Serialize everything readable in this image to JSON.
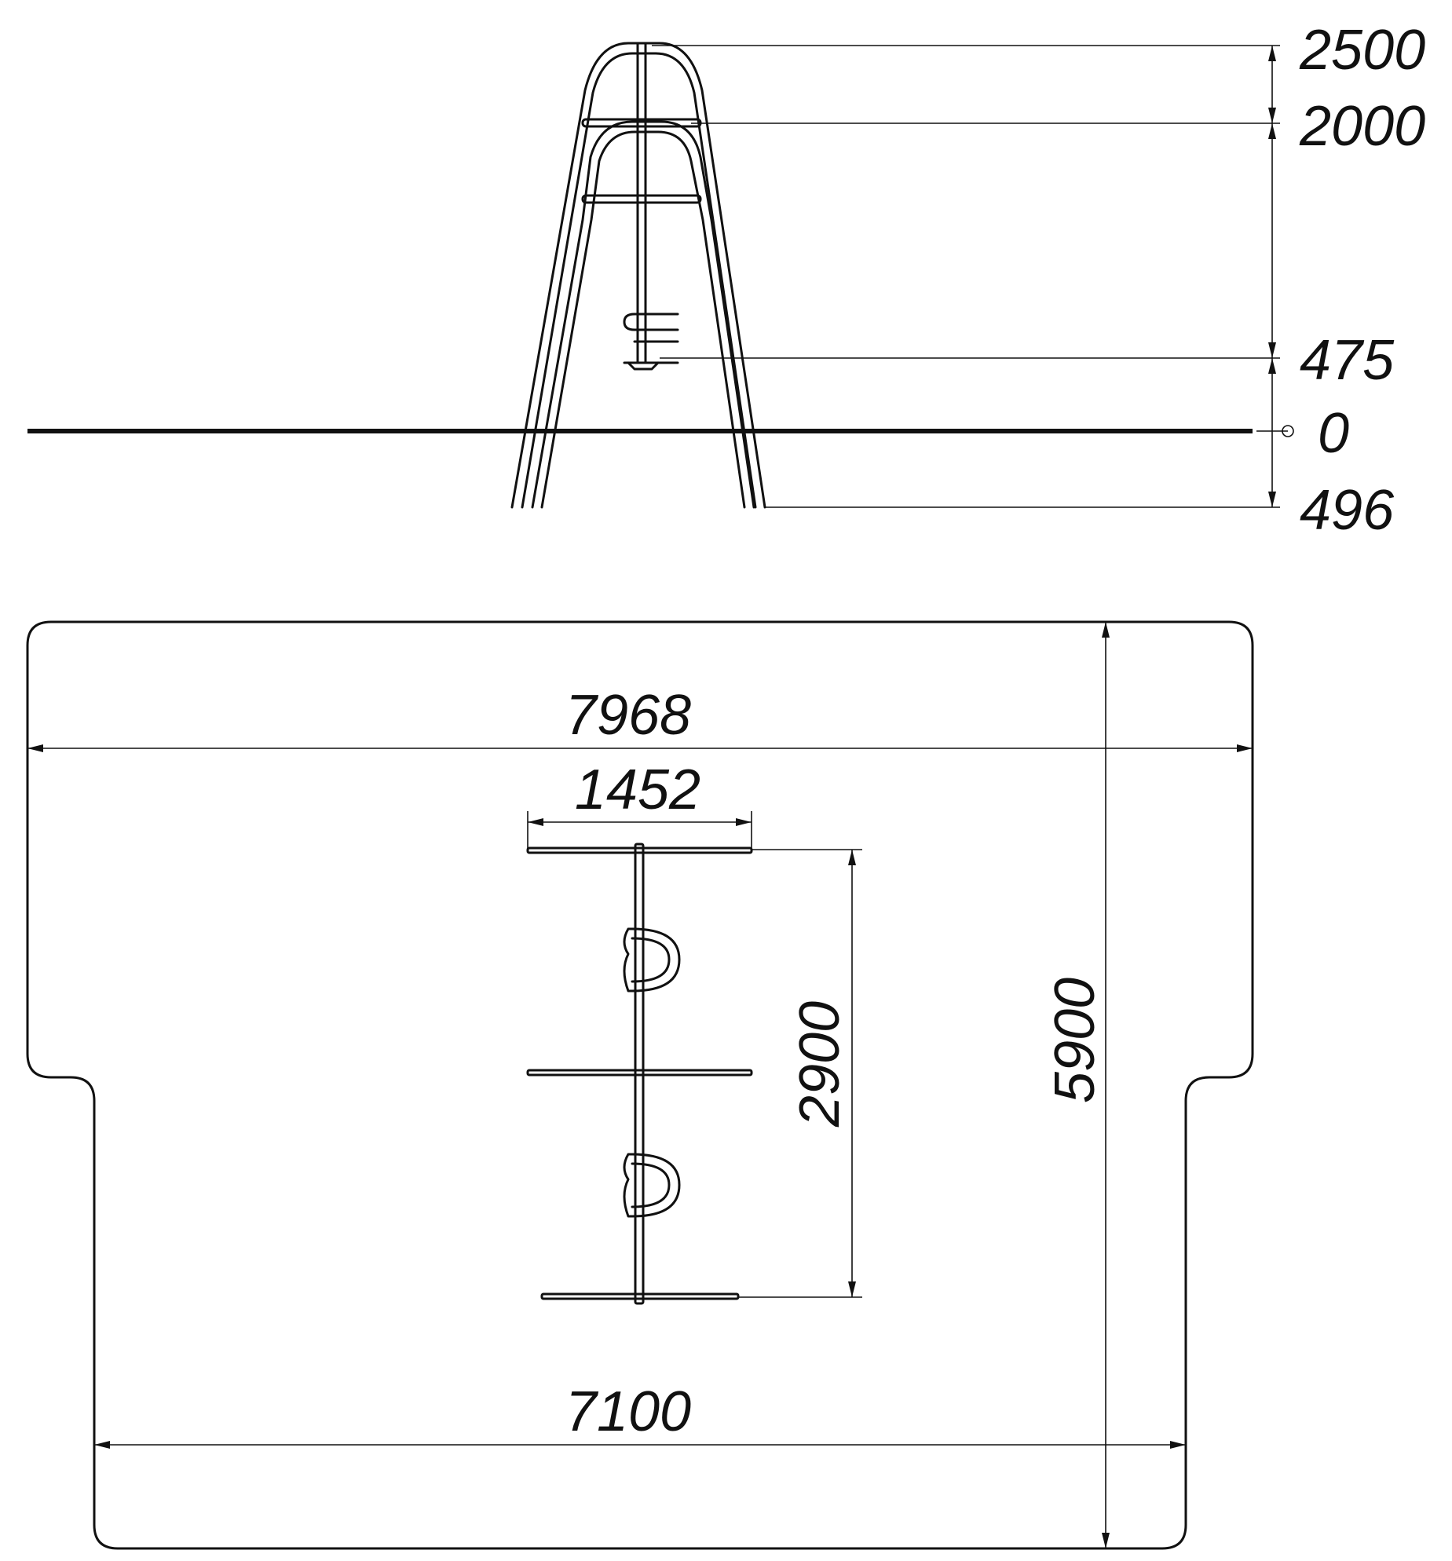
{
  "elevation": {
    "levels": {
      "top": "2500",
      "crossbar": "2000",
      "seat": "475",
      "ground": "0",
      "depth": "496"
    }
  },
  "plan": {
    "width_top": "7968",
    "width_bottom": "7100",
    "height": "5900",
    "frame_width": "1452",
    "frame_span": "2900"
  },
  "colors": {
    "ink": "#111111",
    "background": "#ffffff"
  }
}
